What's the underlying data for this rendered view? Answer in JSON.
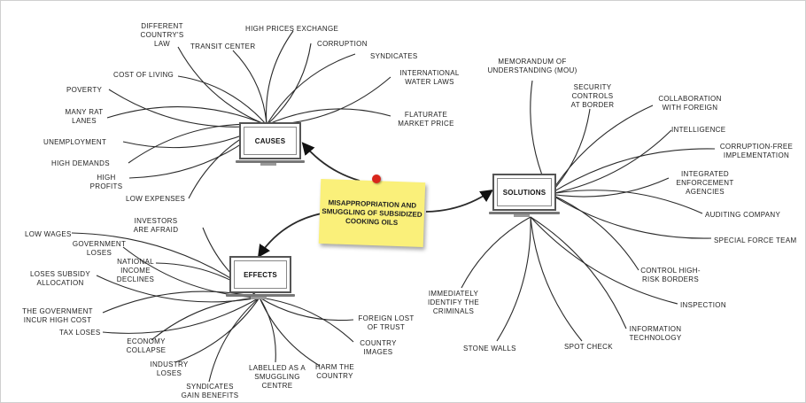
{
  "center": {
    "text": "MISAPPROPRIATION AND SMUGGLING OF SUBSIDIZED COOKING OILS"
  },
  "causes": {
    "title": "CAUSES",
    "items": [
      {
        "text": "DIFFERENT COUNTRY'S LAW"
      },
      {
        "text": "TRANSIT CENTER"
      },
      {
        "text": "HIGH PRICES EXCHANGE"
      },
      {
        "text": "CORRUPTION"
      },
      {
        "text": "SYNDICATES"
      },
      {
        "text": "INTERNATIONAL WATER LAWS"
      },
      {
        "text": "FLATURATE MARKET PRICE"
      },
      {
        "text": "COST OF LIVING"
      },
      {
        "text": "POVERTY"
      },
      {
        "text": "MANY RAT LANES"
      },
      {
        "text": "UNEMPLOYMENT"
      },
      {
        "text": "HIGH DEMANDS"
      },
      {
        "text": "HIGH PROFITS"
      },
      {
        "text": "LOW EXPENSES"
      }
    ]
  },
  "effects": {
    "title": "EFFECTS",
    "items": [
      {
        "text": "INVESTORS ARE AFRAID"
      },
      {
        "text": "LOW WAGES"
      },
      {
        "text": "GOVERNMENT LOSES"
      },
      {
        "text": "NATIONAL INCOME DECLINES"
      },
      {
        "text": "LOSES SUBSIDY ALLOCATION"
      },
      {
        "text": "THE GOVERNMENT INCUR HIGH COST"
      },
      {
        "text": "TAX LOSES"
      },
      {
        "text": "ECONOMY COLLAPSE"
      },
      {
        "text": "INDUSTRY LOSES"
      },
      {
        "text": "SYNDICATES GAIN BENEFITS"
      },
      {
        "text": "LABELLED AS A SMUGGLING CENTRE"
      },
      {
        "text": "HARM THE COUNTRY"
      },
      {
        "text": "COUNTRY IMAGES"
      },
      {
        "text": "FOREIGN LOST OF TRUST"
      }
    ]
  },
  "solutions": {
    "title": "SOLUTIONS",
    "items": [
      {
        "text": "MEMORANDUM OF UNDERSTANDING (MOU)"
      },
      {
        "text": "SECURITY CONTROLS AT BORDER"
      },
      {
        "text": "COLLABORATION WITH FOREIGN"
      },
      {
        "text": "INTELLIGENCE"
      },
      {
        "text": "CORRUPTION-FREE IMPLEMENTATION"
      },
      {
        "text": "INTEGRATED ENFORCEMENT AGENCIES"
      },
      {
        "text": "AUDITING COMPANY"
      },
      {
        "text": "SPECIAL FORCE TEAM"
      },
      {
        "text": "CONTROL HIGH-RISK BORDERS"
      },
      {
        "text": "INSPECTION"
      },
      {
        "text": "INFORMATION TECHNOLOGY"
      },
      {
        "text": "SPOT CHECK"
      },
      {
        "text": "STONE WALLS"
      },
      {
        "text": "IMMEDIATELY IDENTIFY THE CRIMINALS"
      }
    ]
  }
}
